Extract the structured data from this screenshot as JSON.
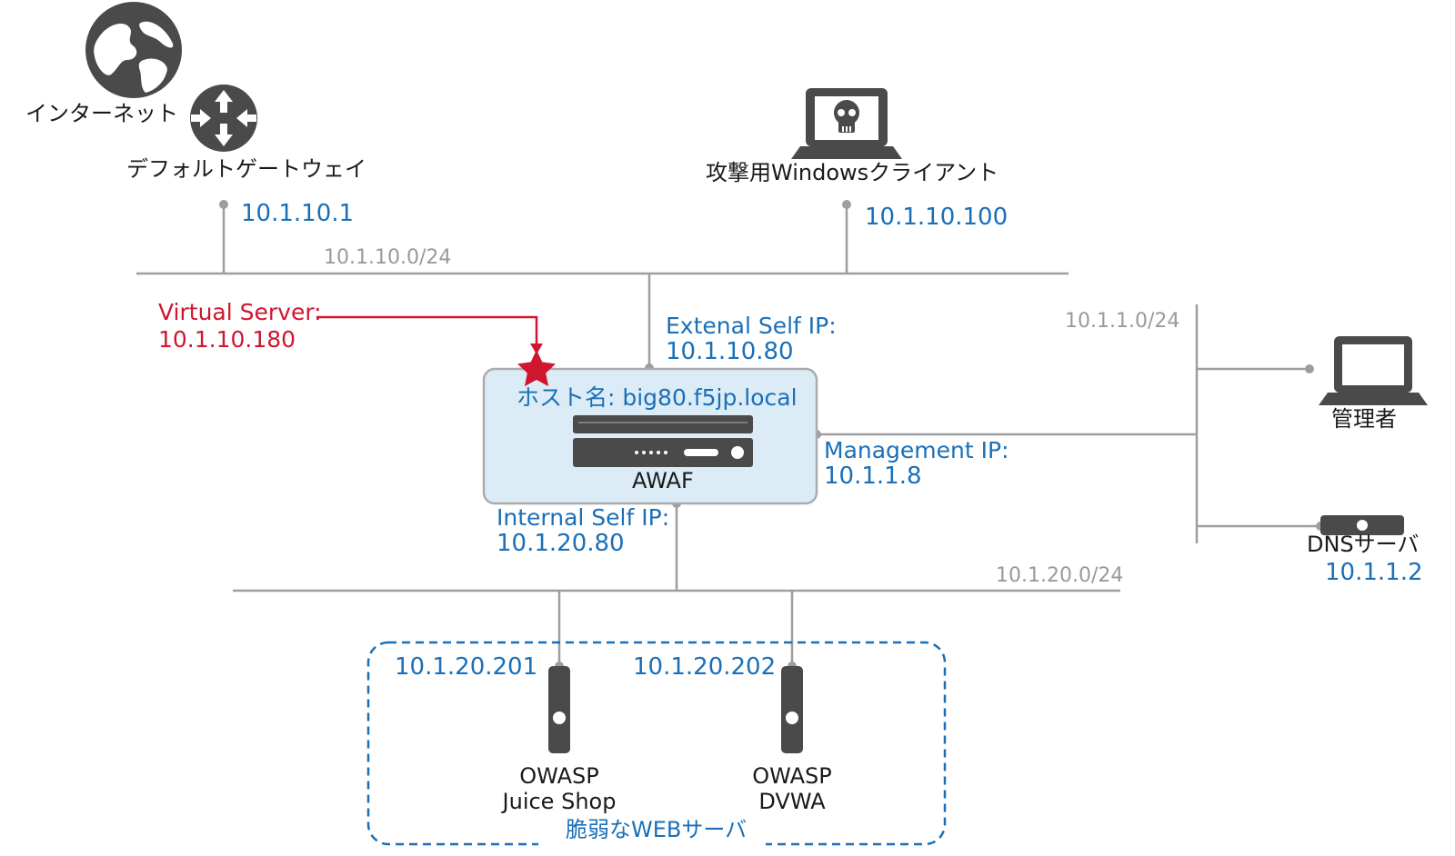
{
  "colors": {
    "line": "#9e9e9e",
    "icon": "#4a4a4a",
    "ip_blue": "#1a6fb8",
    "virtual_red": "#d0162f",
    "awaf_box_fill": "#dcecf6",
    "awaf_box_stroke": "#a9abad"
  },
  "nodes": {
    "internet": {
      "label": "インターネット",
      "icon": "globe-icon"
    },
    "gateway": {
      "label": "デフォルトゲートウェイ",
      "ip": "10.1.10.1",
      "icon": "router-icon"
    },
    "attacker": {
      "label": "攻撃用Windowsクライアント",
      "ip": "10.1.10.100",
      "icon": "skull-laptop-icon"
    },
    "admin": {
      "label": "管理者",
      "icon": "laptop-icon"
    },
    "dns": {
      "label": "DNSサーバ",
      "ip": "10.1.1.2",
      "icon": "server-icon"
    },
    "juice": {
      "line1": "OWASP",
      "line2": "Juice Shop",
      "ip": "10.1.20.201",
      "icon": "server-tower-icon"
    },
    "dvwa": {
      "line1": "OWASP",
      "line2": "DVWA",
      "ip": "10.1.20.202",
      "icon": "server-tower-icon"
    }
  },
  "networks": {
    "external": "10.1.10.0/24",
    "management": "10.1.1.0/24",
    "internal": "10.1.20.0/24"
  },
  "awaf": {
    "hostname": "ホスト名: big80.f5jp.local",
    "label": "AWAF",
    "external_label": "Extenal Self IP:",
    "external_ip": "10.1.10.80",
    "internal_label": "Internal Self IP:",
    "internal_ip": "10.1.20.80",
    "mgmt_label": "Management IP:",
    "mgmt_ip": "10.1.1.8"
  },
  "virtual_server": {
    "label": "Virtual Server:",
    "ip": "10.1.10.180",
    "icon": "star-icon"
  },
  "web_group": {
    "label": "脆弱なWEBサーバ"
  }
}
